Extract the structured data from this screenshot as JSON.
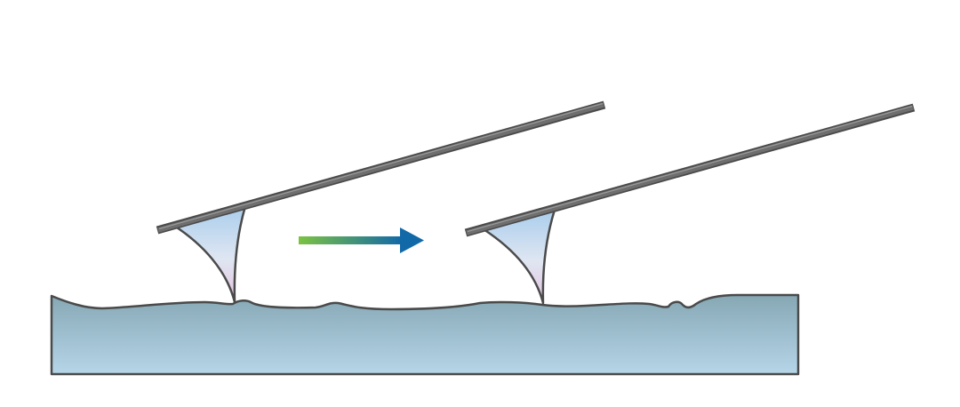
{
  "diagram": {
    "elements": [
      {
        "kind": "substrate",
        "name": "rough-substrate-surface"
      },
      {
        "kind": "cantilever",
        "name": "afm-cantilever-initial"
      },
      {
        "kind": "tip",
        "name": "afm-tip-initial"
      },
      {
        "kind": "arrow",
        "name": "scan-direction-arrow"
      },
      {
        "kind": "cantilever",
        "name": "afm-cantilever-final"
      },
      {
        "kind": "tip",
        "name": "afm-tip-final"
      }
    ]
  },
  "colors": {
    "outline": "#4a4a4a",
    "cantilever_fill": "#6e6e6e",
    "cantilever_highlight": "#9a9a9a",
    "tip_top": "#a9cdec",
    "tip_mid": "#dfe6f2",
    "tip_bottom": "#e5c3df",
    "substrate_top": "#86a7b4",
    "substrate_bottom": "#b6d6e9",
    "arrow_start": "#7cc242",
    "arrow_end": "#1269a8"
  }
}
